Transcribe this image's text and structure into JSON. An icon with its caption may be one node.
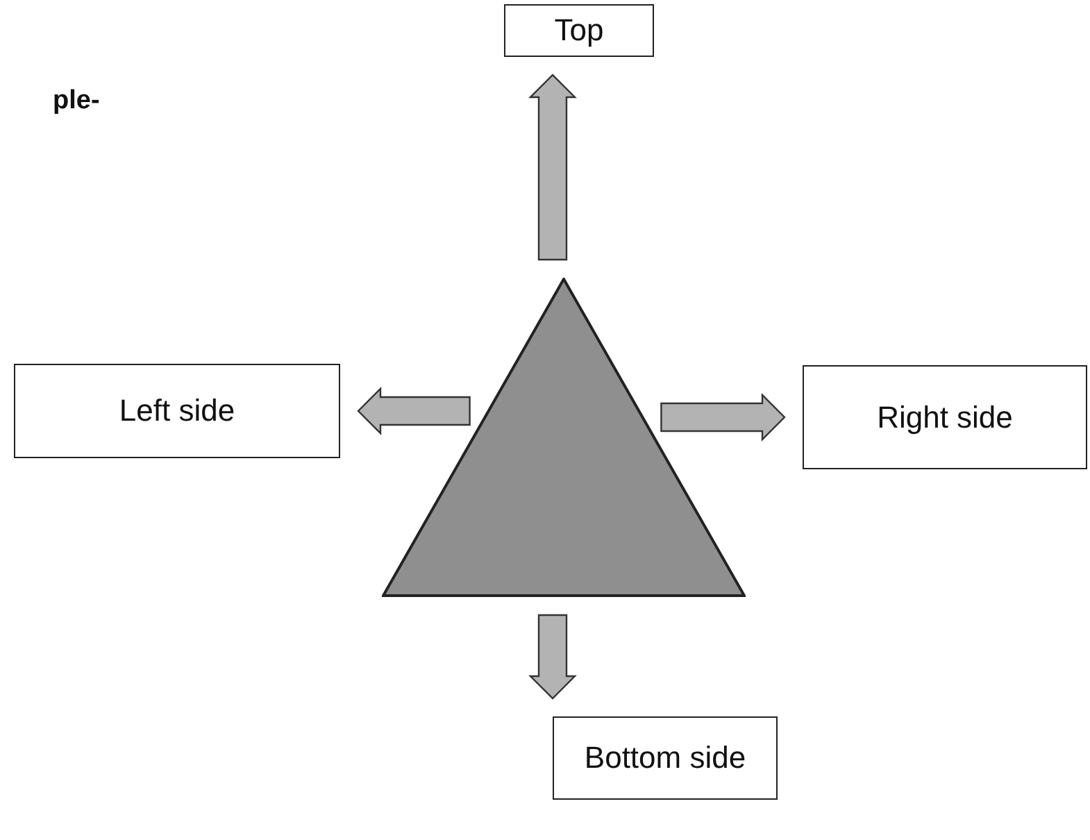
{
  "diagram": {
    "nodes": [
      {
        "text": [
          "Top"
        ]
      },
      {
        "text": [
          "Left side"
        ]
      },
      {
        "text": [],
        "shape": "triangle"
      },
      {
        "text": [
          "Right side"
        ]
      },
      {
        "text": [
          "Bottom side"
        ]
      }
    ],
    "edges": [
      {
        "from": 2,
        "to": 0,
        "arrow": "to"
      },
      {
        "from": 2,
        "to": 1,
        "arrow": "to"
      },
      {
        "from": 2,
        "to": 3,
        "arrow": "to"
      },
      {
        "from": 2,
        "to": 4,
        "arrow": "to"
      }
    ],
    "labels": [
      "ple-"
    ]
  }
}
